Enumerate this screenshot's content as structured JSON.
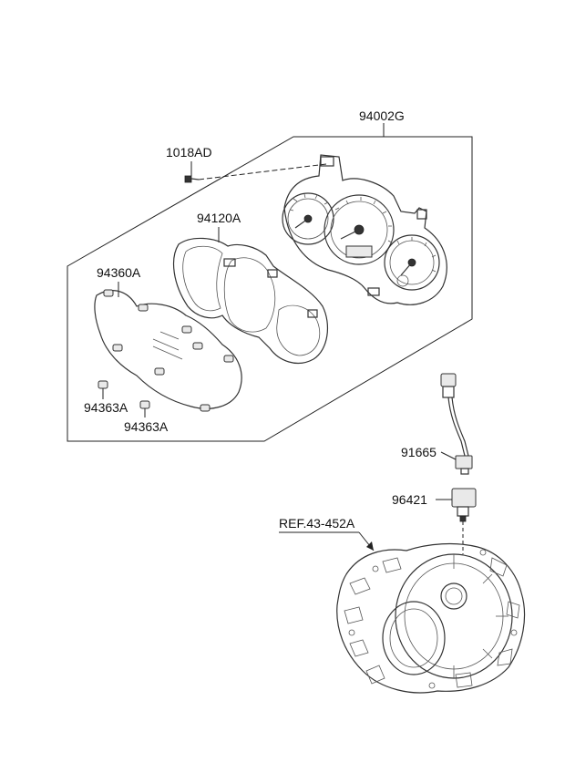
{
  "labels": {
    "cluster_assembly": "94002G",
    "screw": "1018AD",
    "housing": "94120A",
    "window": "94360A",
    "clip_a": "94363A",
    "clip_b": "94363A",
    "harness": "91665",
    "sensor": "96421",
    "reference": "REF.43-452A"
  },
  "colors": {
    "line": "#222222",
    "background": "#ffffff"
  }
}
